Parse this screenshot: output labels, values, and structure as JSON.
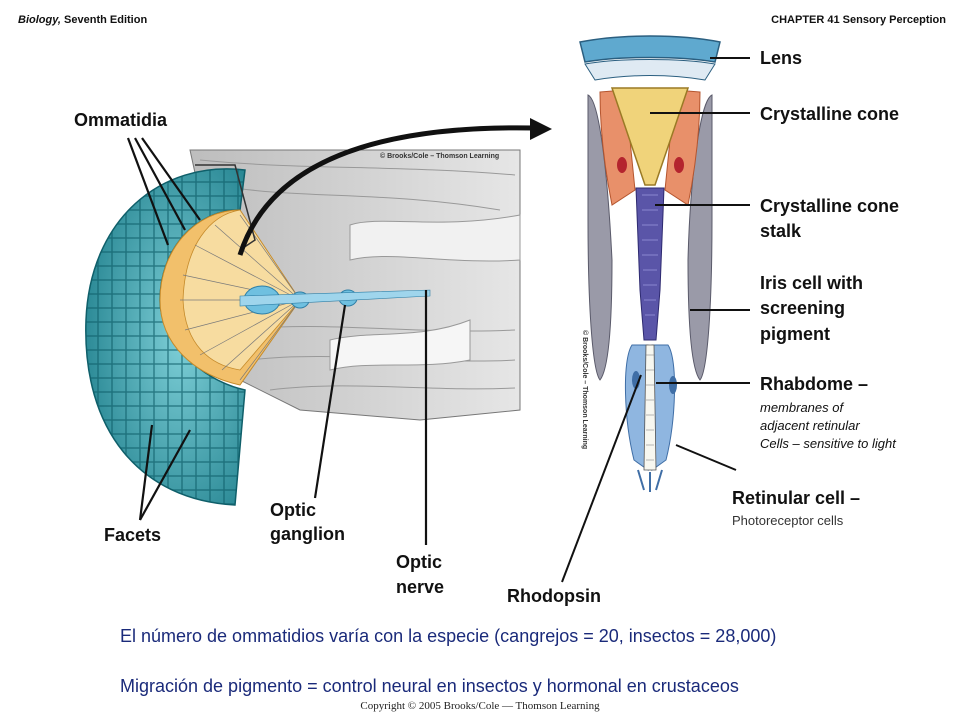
{
  "header": {
    "book": "Biology,",
    "edition": "Seventh Edition",
    "chapter": "CHAPTER 41 Sensory Perception"
  },
  "labels": {
    "ommatidia": "Ommatidia",
    "facets": "Facets",
    "optic_ganglion_1": "Optic",
    "optic_ganglion_2": "ganglion",
    "optic_nerve_1": "Optic",
    "optic_nerve_2": "nerve",
    "rhodopsin": "Rhodopsin",
    "lens": "Lens",
    "crystalline_cone": "Crystalline cone",
    "cone_stalk_1": "Crystalline cone",
    "cone_stalk_2": "stalk",
    "iris_1": "Iris cell with",
    "iris_2": "screening",
    "iris_3": "pigment",
    "rhabdome": "Rhabdome –",
    "rhabdome_desc_1": "membranes of",
    "rhabdome_desc_2": "adjacent retinular",
    "rhabdome_desc_3": "Cells – sensitive to light",
    "retinular": "Retinular cell –",
    "retinular_desc": "Photoreceptor cells"
  },
  "credits": {
    "figure_credit": "© Brooks/Cole – Thomson Learning",
    "vertical_credit": "© Brooks/Cole – Thomson Learning"
  },
  "captions": {
    "line1": "El número de ommatidios varía con la especie (cangrejos = 20, insectos = 28,000)",
    "line2": "Migración de pigmento = control neural en insectos y hormonal en crustaceos"
  },
  "copyright": "Copyright © 2005 Brooks/Cole — Thomson Learning",
  "colors": {
    "facet_teal": "#3aa9b5",
    "facet_dark": "#1f7f8c",
    "cone_yellow": "#f0d37a",
    "pigment_orange": "#e8a24a",
    "nerve_blue": "#6fc0e0",
    "retinular_blue": "#8fb6e0",
    "stalk_purple": "#5a55a8",
    "iris_grey": "#8d8d9a",
    "caption_blue": "#1a2a7a"
  }
}
